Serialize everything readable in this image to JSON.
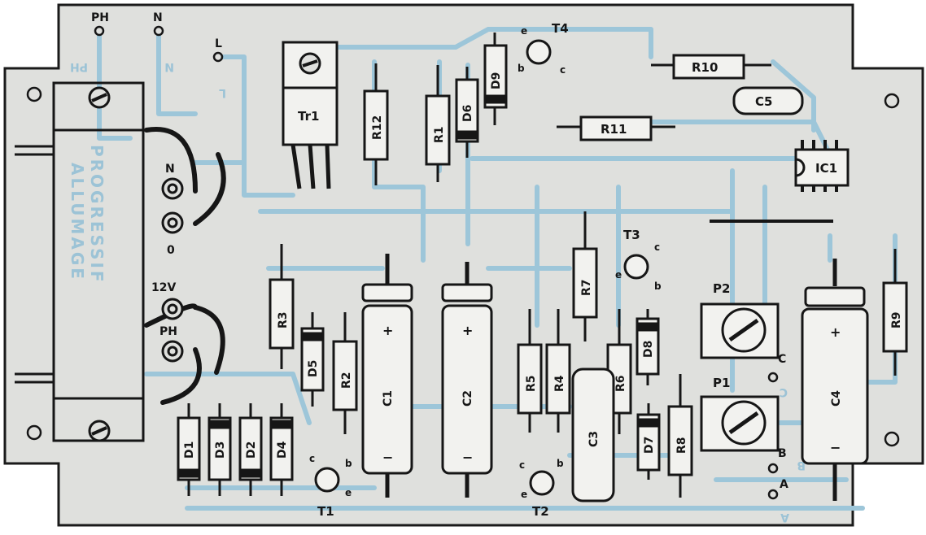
{
  "colors": {
    "board": "#dfe0dd",
    "board_edge": "#1a1a1a",
    "trace": "#9dc6d9",
    "ink": "#161616",
    "body": "#f2f2ef",
    "mirror_text": "#9cc3d6"
  },
  "mirror_text": {
    "line1": "ALLUMAGE",
    "line2": "PROGRESSIF",
    "ph": "PH",
    "n": "N",
    "l": "L",
    "c": "C",
    "b": "B",
    "a": "A"
  },
  "terminals": {
    "ph_top": "PH",
    "n_top": "N",
    "l_top": "L",
    "n_side": "N",
    "zero_side": "0",
    "twelve_v": "12V",
    "ph_side": "PH",
    "c": "C",
    "b": "B",
    "a": "A"
  },
  "components": {
    "tr1": "Tr1",
    "r12": "R12",
    "r1": "R1",
    "d6": "D6",
    "d9": "D9",
    "t4": "T4",
    "r10": "R10",
    "c5": "C5",
    "r11": "R11",
    "ic1": "IC1",
    "t3": "T3",
    "r3": "R3",
    "d5": "D5",
    "r2": "R2",
    "c1": "C1",
    "c2": "C2",
    "r7": "R7",
    "r5": "R5",
    "r4": "R4",
    "r6": "R6",
    "d8": "D8",
    "c3": "C3",
    "d7": "D7",
    "r8": "R8",
    "p2": "P2",
    "p1": "P1",
    "c4": "C4",
    "r9": "R9",
    "d1": "D1",
    "d3": "D3",
    "d2": "D2",
    "d4": "D4",
    "t1": "T1",
    "t2": "T2"
  },
  "pins": {
    "e": "e",
    "b": "b",
    "c": "c"
  },
  "polarity": {
    "plus": "+",
    "minus": "−"
  }
}
